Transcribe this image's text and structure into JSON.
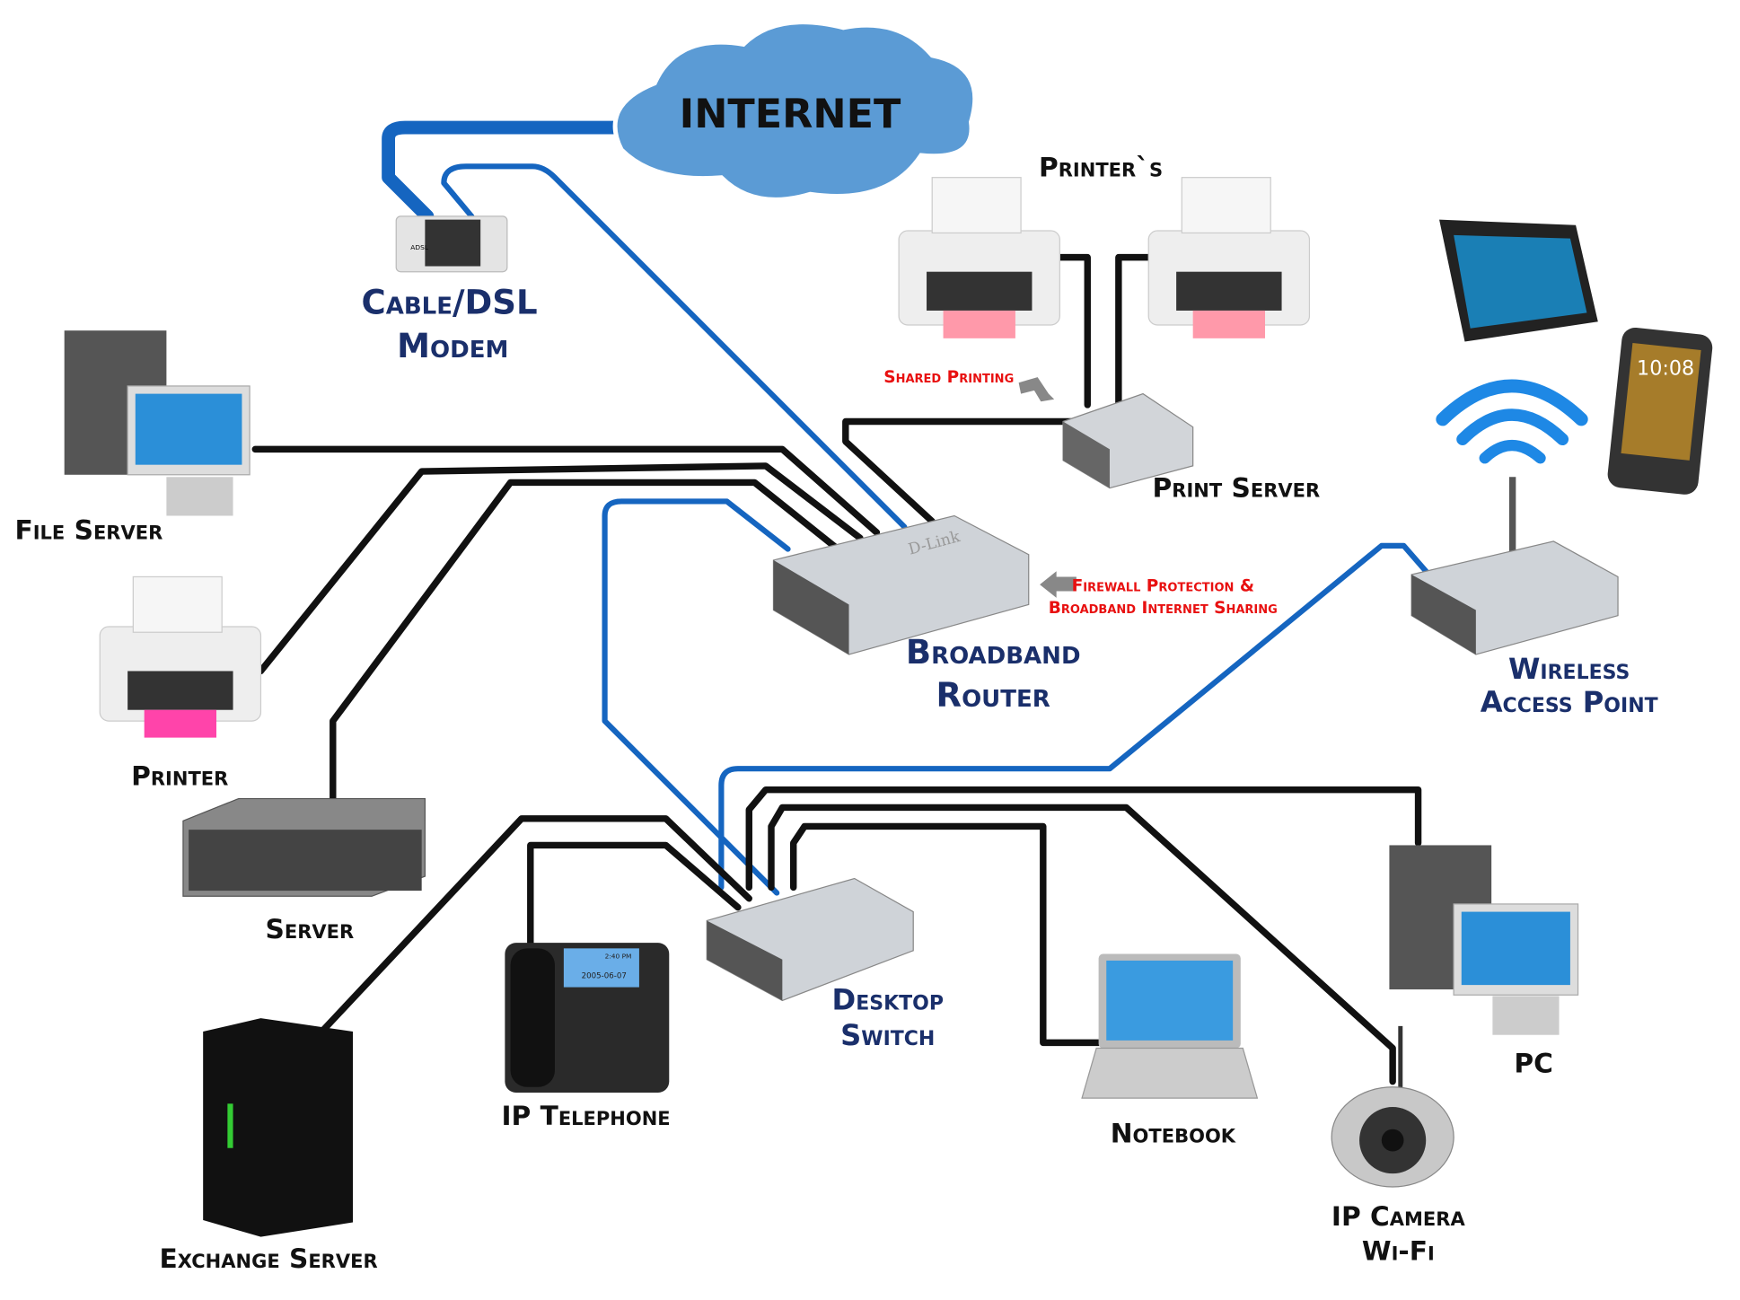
{
  "cloud": {
    "label": "INTERNET",
    "color": "#5b9bd5"
  },
  "labels": {
    "modem": [
      "Cable/DSL",
      "Modem"
    ],
    "file_server": "File Server",
    "printer": "Printer",
    "server": "Server",
    "exchange_server": "Exchange Server",
    "ip_telephone": "IP Telephone",
    "desktop_switch": [
      "Desktop",
      "Switch"
    ],
    "notebook": "Notebook",
    "ip_camera": [
      "IP Camera",
      "Wi-Fi"
    ],
    "pc": "PC",
    "wireless_ap": [
      "Wireless",
      "Access Point"
    ],
    "router": [
      "Broadband",
      "Router"
    ],
    "print_server": "Print Server",
    "printers": "Printer`s"
  },
  "annotations": {
    "shared_printing": "Shared Printing",
    "firewall": [
      "Firewall Protection &",
      "Broadband Internet Sharing"
    ]
  },
  "device_text": {
    "brand": "D-Link",
    "modem_tag": "ADSL",
    "phone_date": "2005-06-07",
    "phone_time": "2:40 PM",
    "clock": "10:08"
  },
  "colors": {
    "wired": "#111111",
    "wireless_link": "#1565c0",
    "label_blue": "#1a2f6b",
    "annotation_red": "#e81010"
  }
}
